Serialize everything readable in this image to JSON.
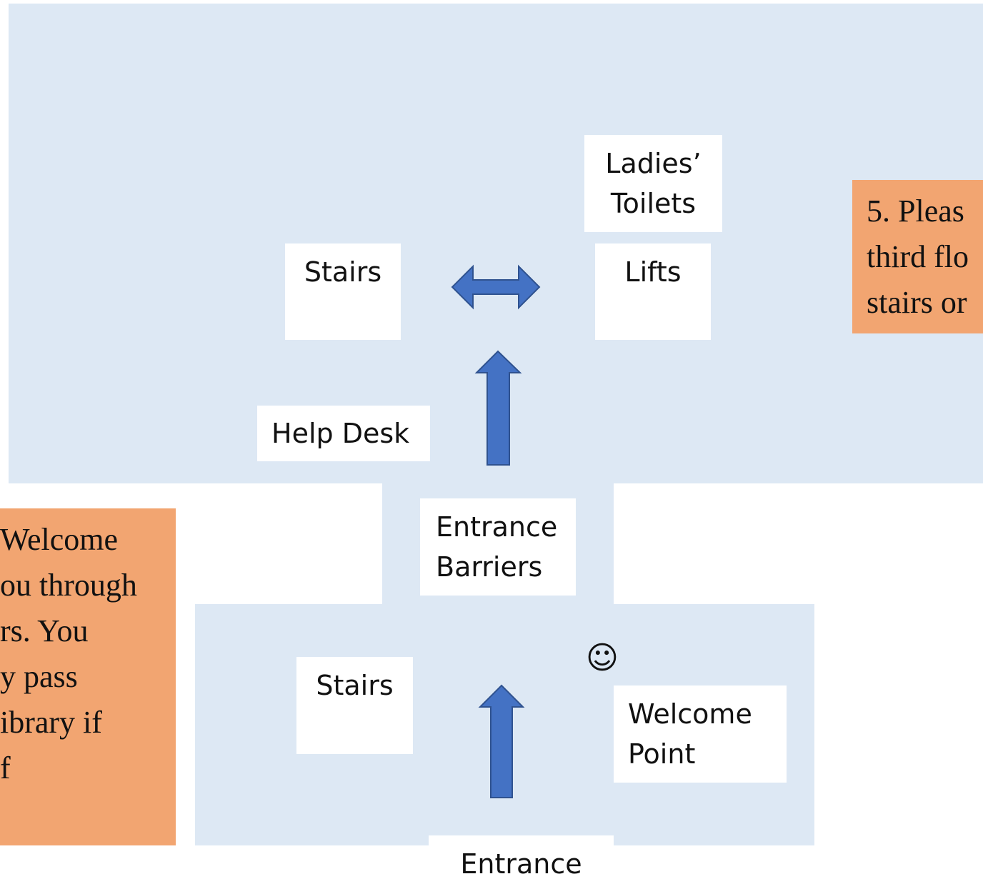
{
  "colors": {
    "floor": "#dde8f4",
    "label_bg": "#ffffff",
    "note_bg": "#f2a571",
    "arrow_fill": "#4472c4",
    "arrow_stroke": "#2f528f"
  },
  "labels": {
    "ladies_toilets": [
      "Ladies’",
      "Toilets"
    ],
    "stairs_upper": "Stairs",
    "lifts": "Lifts",
    "help_desk": "Help Desk",
    "entrance_barriers": [
      "Entrance",
      "Barriers"
    ],
    "stairs_lower": "Stairs",
    "welcome_point": [
      "Welcome",
      "Point"
    ],
    "entrance": "Entrance",
    "smiley": "☺"
  },
  "notes": {
    "right": [
      "5. Pleas",
      "third flo",
      "stairs or"
    ],
    "left": [
      "Welcome",
      "ou through",
      "rs. You",
      "y pass",
      "ibrary if",
      "f"
    ]
  }
}
